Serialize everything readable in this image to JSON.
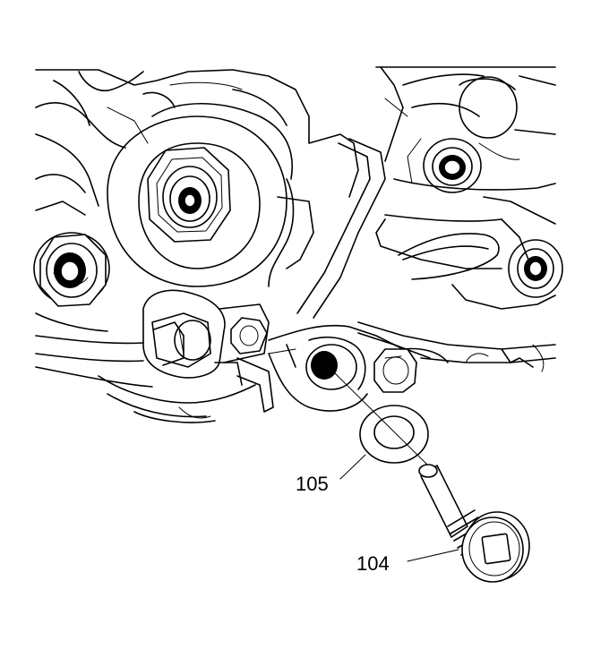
{
  "diagram": {
    "callouts": [
      {
        "id": "105",
        "label": "105",
        "part": "washer"
      },
      {
        "id": "104",
        "label": "104",
        "part": "bolt"
      }
    ],
    "colors": {
      "line": "#000000",
      "background": "#ffffff"
    }
  }
}
